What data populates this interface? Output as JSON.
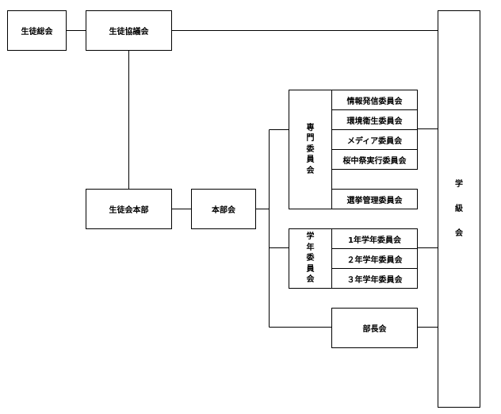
{
  "nodes": {
    "seito_sokai": "生徒総会",
    "seito_kyogikai": "生徒協議会",
    "seitokai_honbu": "生徒会本部",
    "honbukai": "本部会",
    "senmon_iinkai": "専門委員会",
    "gakunen_iinkai": "学年委員会",
    "buchokai": "部長会",
    "gakkyukai": "学級会"
  },
  "senmon_committees": [
    "情報発信委員会",
    "環境衛生委員会",
    "メディア委員会",
    "桜中祭実行委員会",
    "選挙管理委員会"
  ],
  "gakunen_committees": [
    "1年学年委員会",
    "２年学年委員会",
    "３年学年委員会"
  ]
}
